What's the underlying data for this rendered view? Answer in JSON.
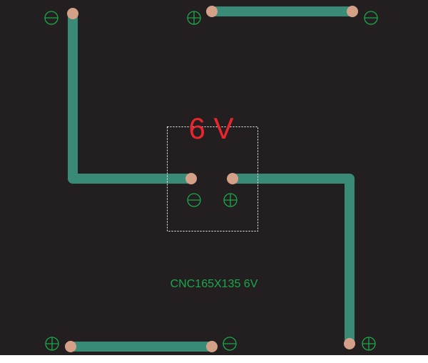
{
  "board": {
    "voltage_label": "6 V",
    "model_label": "CNC165X135 6V",
    "colors": {
      "background": "#231f20",
      "trace": "#3a8a78",
      "pad": "#d4a088",
      "silkscreen": "#1aa84a",
      "voltage_text": "#e8262b",
      "outline": "#ffffff"
    },
    "terminals": [
      {
        "id": "top-left",
        "polarity": "minus"
      },
      {
        "id": "top-right-left",
        "polarity": "plus"
      },
      {
        "id": "top-right-right",
        "polarity": "minus"
      },
      {
        "id": "center-left",
        "polarity": "minus"
      },
      {
        "id": "center-right",
        "polarity": "plus"
      },
      {
        "id": "bottom-left",
        "polarity": "plus"
      },
      {
        "id": "bottom-middle",
        "polarity": "minus"
      },
      {
        "id": "bottom-right",
        "polarity": "plus"
      }
    ]
  }
}
